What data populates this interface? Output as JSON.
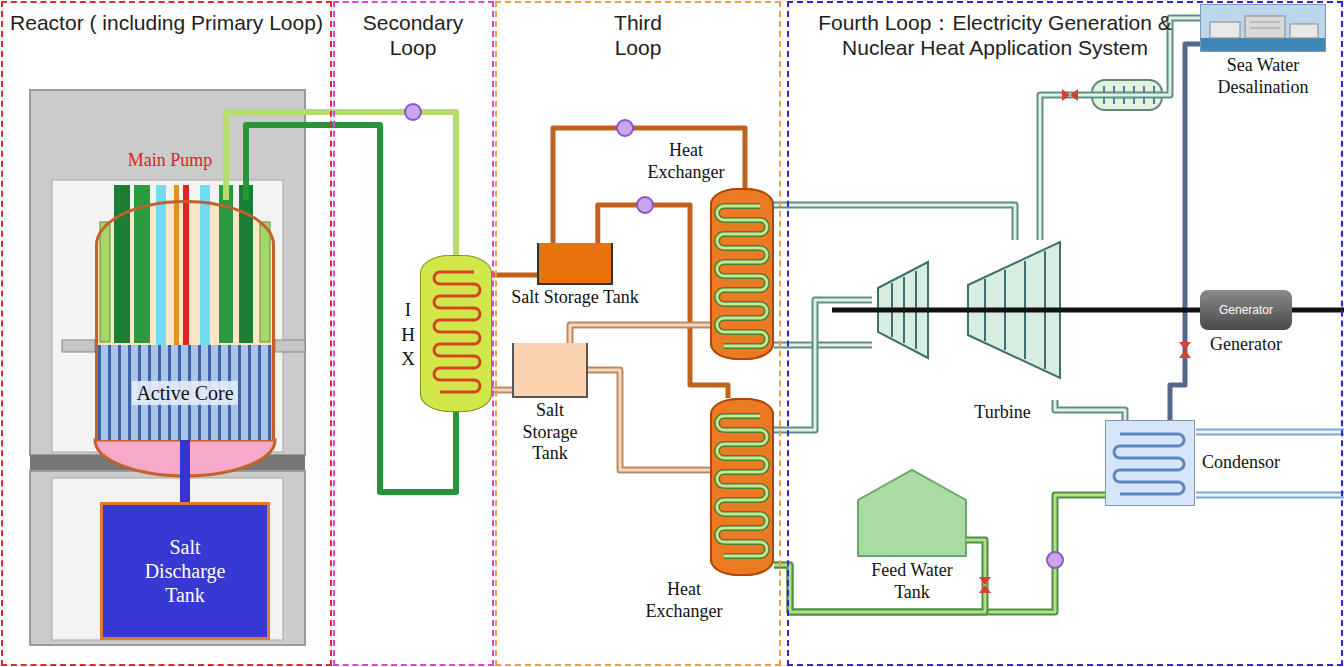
{
  "diagram": {
    "nodes": [
      {
        "text": [
          "Reactor ( including Primary Loop)"
        ]
      },
      {
        "text": [
          "Main Pump"
        ],
        "in": 0
      },
      {
        "text": [
          "Active Core"
        ],
        "in": 1
      },
      {
        "text": [
          "Salt Discharge Tank"
        ],
        "in": 0
      },
      {
        "text": [
          "Secondary Loop"
        ]
      },
      {
        "text": [
          "I H X"
        ],
        "in": 4
      },
      {
        "text": [
          "Third Loop"
        ]
      },
      {
        "text": [
          "Heat Exchanger"
        ],
        "in": 6
      },
      {
        "text": [
          "Salt Storage Tank"
        ],
        "in": 6
      },
      {
        "text": [
          "Salt Storage Tank"
        ],
        "in": 6
      },
      {
        "text": [
          "Heat Exchanger"
        ],
        "in": 6
      },
      {
        "text": [
          "Fourth Loop：Electricity Generation & Nuclear Heat Application System"
        ]
      },
      {
        "text": [
          "Sea Water Desalination"
        ],
        "in": 11
      },
      {
        "text": [
          "Turbine"
        ],
        "in": 11
      },
      {
        "text": [
          "Generator",
          "Generator"
        ],
        "in": 11
      },
      {
        "text": [
          "Condensor"
        ],
        "in": 11
      },
      {
        "text": [
          "Feed Water Tank"
        ],
        "in": 11
      }
    ],
    "edges": [
      {
        "from": 1,
        "to": 5,
        "arrow": "none"
      },
      {
        "from": 1,
        "to": 5,
        "arrow": "none"
      },
      {
        "from": 1,
        "to": 3,
        "arrow": "none"
      },
      {
        "from": 5,
        "to": 8,
        "arrow": "none"
      },
      {
        "from": 5,
        "to": 9,
        "arrow": "none"
      },
      {
        "from": 8,
        "to": 7,
        "arrow": "none"
      },
      {
        "from": 8,
        "to": 10,
        "arrow": "none"
      },
      {
        "from": 7,
        "to": 9,
        "arrow": "none"
      },
      {
        "from": 10,
        "to": 9,
        "arrow": "none"
      },
      {
        "from": 7,
        "to": 13,
        "arrow": "none"
      },
      {
        "from": 7,
        "to": 13,
        "arrow": "none"
      },
      {
        "from": 10,
        "to": 13,
        "arrow": "none"
      },
      {
        "from": 13,
        "to": 12,
        "arrow": "none"
      },
      {
        "from": 12,
        "to": 15,
        "arrow": "none"
      },
      {
        "from": 13,
        "to": 14,
        "arrow": "none"
      },
      {
        "from": 13,
        "to": 15,
        "arrow": "none"
      },
      {
        "from": 15,
        "to": 10,
        "arrow": "none"
      },
      {
        "from": 16,
        "to": 10,
        "arrow": "none"
      }
    ]
  }
}
